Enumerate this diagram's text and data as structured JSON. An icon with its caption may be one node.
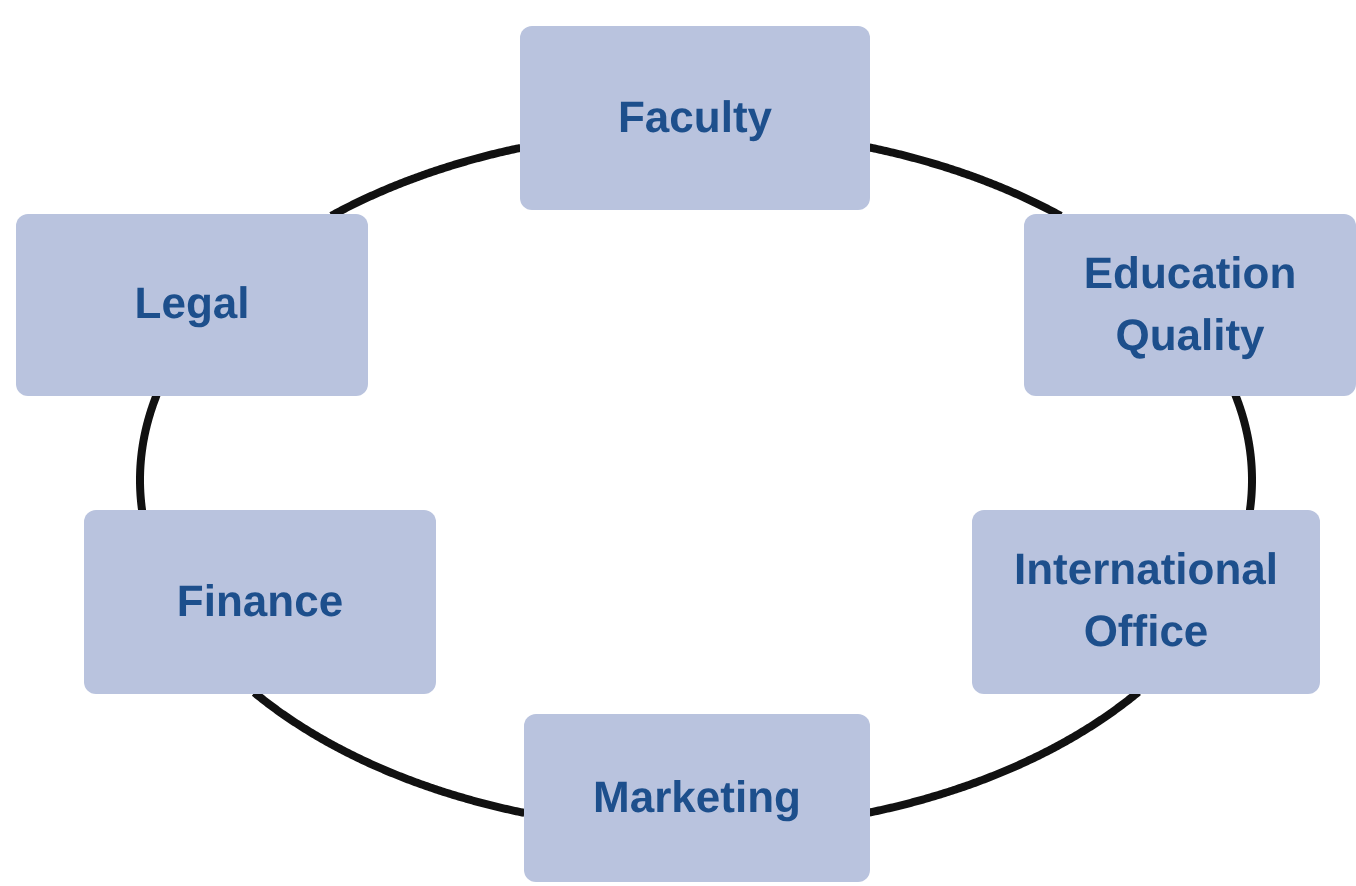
{
  "diagram": {
    "nodes": [
      {
        "text": [
          "Faculty"
        ]
      },
      {
        "text": [
          "Legal"
        ]
      },
      {
        "text": [
          "Education Quality"
        ]
      },
      {
        "text": [
          "Finance"
        ]
      },
      {
        "text": [
          "International Office"
        ]
      },
      {
        "text": [
          "Marketing"
        ]
      }
    ],
    "edges": [
      {
        "from": 0,
        "to": 2,
        "arrow": "none"
      },
      {
        "from": 2,
        "to": 4,
        "arrow": "none"
      },
      {
        "from": 4,
        "to": 5,
        "arrow": "none"
      },
      {
        "from": 5,
        "to": 3,
        "arrow": "none"
      },
      {
        "from": 3,
        "to": 1,
        "arrow": "none"
      },
      {
        "from": 1,
        "to": 0,
        "arrow": "none"
      }
    ]
  }
}
